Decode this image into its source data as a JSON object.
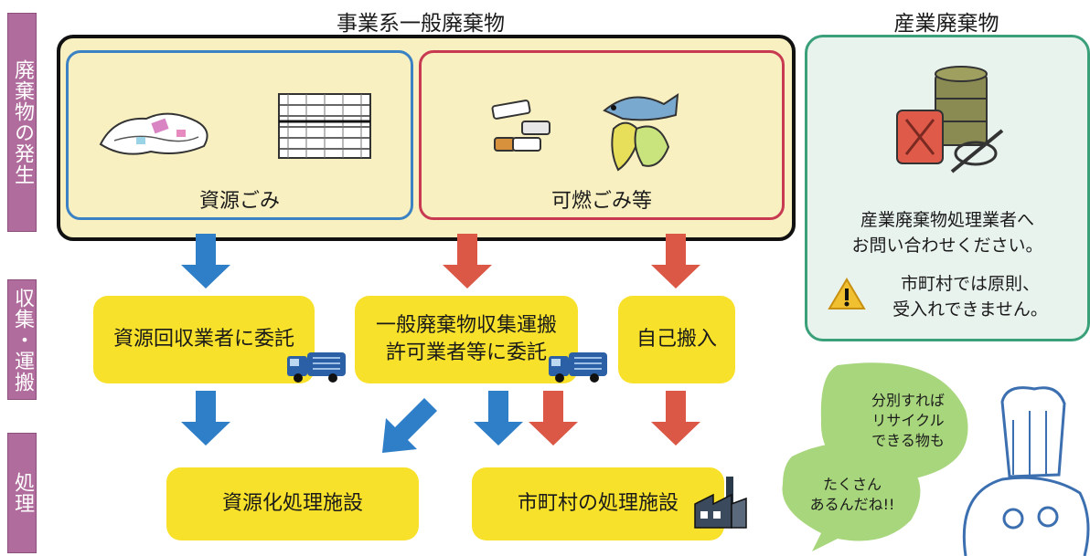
{
  "side_labels": {
    "generation": "廃棄物の発生",
    "collection": "収集・運搬",
    "processing": "処理"
  },
  "groups": {
    "business_general": "事業系一般廃棄物",
    "industrial": "産業廃棄物"
  },
  "categories": {
    "resource": "資源ごみ",
    "combustible": "可燃ごみ等"
  },
  "industrial_notes": {
    "contact_line1": "産業廃棄物処理業者へ",
    "contact_line2": "お問い合わせください。",
    "warning_line1": "市町村では原則、",
    "warning_line2": "受入れできません。"
  },
  "collection": {
    "resource_contractor": "資源回収業者に委託",
    "permit_line1": "一般廃棄物収集運搬",
    "permit_line2": "許可業者等に委託",
    "self_transport": "自己搬入"
  },
  "facilities": {
    "recycling": "資源化処理施設",
    "municipal": "市町村の処理施設"
  },
  "mascot": {
    "bubble1_line1": "分別すれば",
    "bubble1_line2": "リサイクル",
    "bubble1_line3": "できる物も",
    "bubble2_line1": "たくさん",
    "bubble2_line2": "あるんだね!!"
  },
  "colors": {
    "blue_arrow": "#2f7fc8",
    "red_arrow": "#dc5846",
    "pill_yellow": "#f8e12a",
    "box_cream": "#f8f0c0",
    "industrial_green": "#3aa07a",
    "side_purple": "#b06c9c"
  }
}
